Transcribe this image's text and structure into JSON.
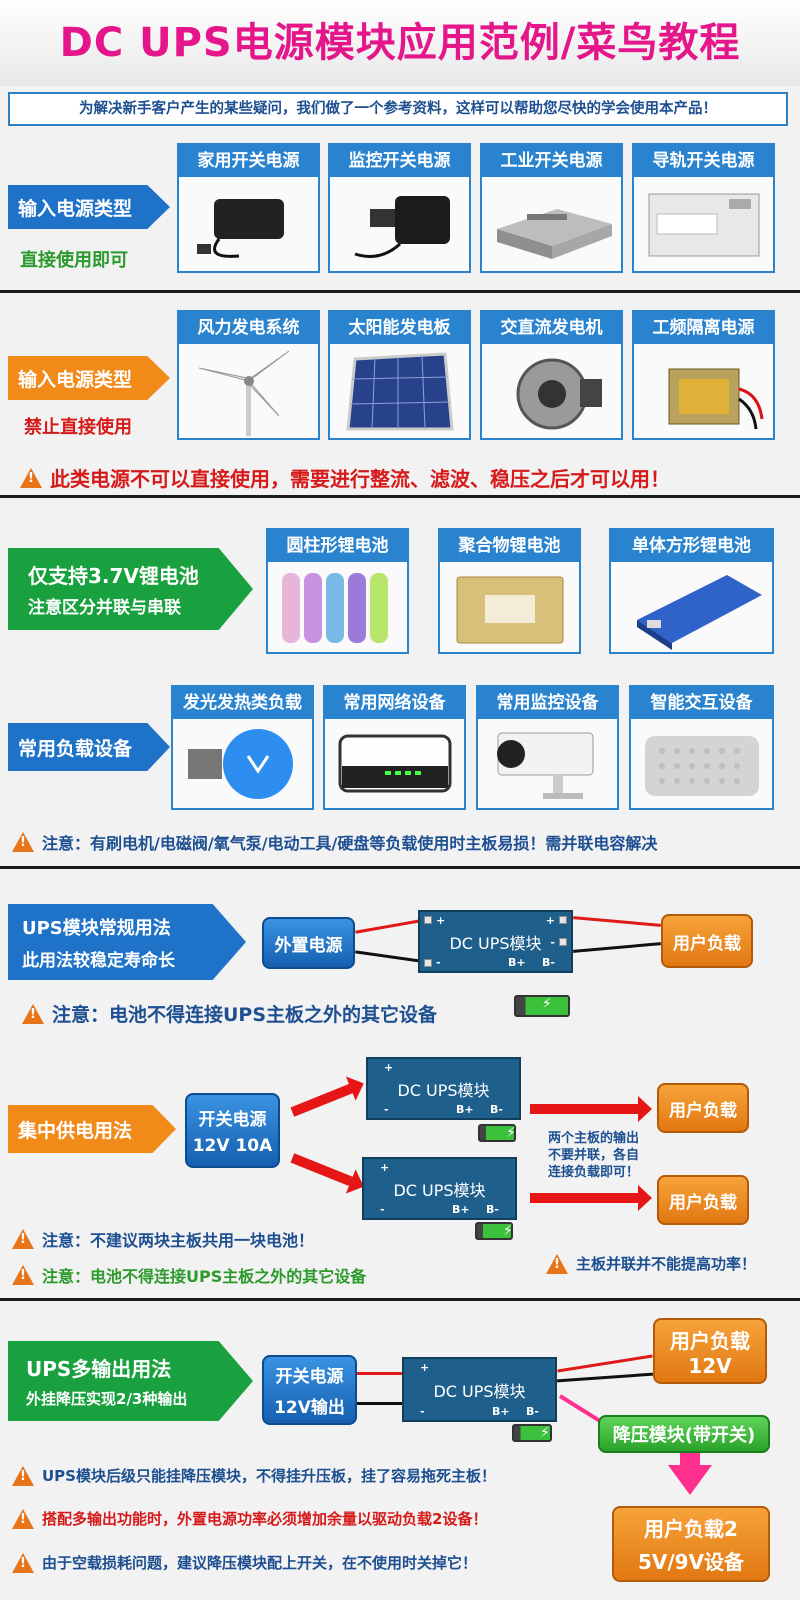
{
  "title": "DC  UPS电源模块应用范例/菜鸟教程",
  "intro": "为解决新手客户产生的某些疑问，我们做了一个参考资料，这样可以帮助您尽快的学会使用本产品！",
  "sec1": {
    "label": "输入电源类型",
    "sub": "直接使用即可",
    "cards": [
      "家用开关电源",
      "监控开关电源",
      "工业开关电源",
      "导轨开关电源"
    ]
  },
  "sec2": {
    "label": "输入电源类型",
    "sub": "禁止直接使用",
    "cards": [
      "风力发电系统",
      "太阳能发电板",
      "交直流发电机",
      "工频隔离电源"
    ],
    "warn": "此类电源不可以直接使用，需要进行整流、滤波、稳压之后才可以用！"
  },
  "sec3": {
    "label1": "仅支持3.7V锂电池",
    "label2": "注意区分并联与串联",
    "cards": [
      "圆柱形锂电池",
      "聚合物锂电池",
      "单体方形锂电池"
    ]
  },
  "sec4": {
    "label": "常用负载设备",
    "cards": [
      "发光发热类负载",
      "常用网络设备",
      "常用监控设备",
      "智能交互设备"
    ],
    "warn": "注意：有刷电机/电磁阀/氧气泵/电动工具/硬盘等负载使用时主板易损！需并联电容解决"
  },
  "sec5": {
    "label1": "UPS模块常规用法",
    "label2": "此用法较稳定寿命长",
    "ext": "外置电源",
    "board": "DC  UPS模块",
    "load": "用户负载",
    "warn": "注意：电池不得连接UPS主板之外的其它设备"
  },
  "sec6": {
    "label": "集中供电用法",
    "psu1": "开关电源",
    "psu2": "12V 10A",
    "board": "DC  UPS模块",
    "load": "用户负载",
    "note1": "两个主板的输出",
    "note2": "不要并联，各自",
    "note3": "连接负载即可！",
    "warn1": "注意：不建议两块主板共用一块电池！",
    "warn2": "注意：电池不得连接UPS主板之外的其它设备",
    "warn3": "主板并联并不能提高功率！"
  },
  "sec7": {
    "label1": "UPS多输出用法",
    "label2": "外挂降压实现2/3种输出",
    "psu1": "开关电源",
    "psu2": "12V输出",
    "board": "DC  UPS模块",
    "load1a": "用户负载",
    "load1b": "12V",
    "buck": "降压模块(带开关)",
    "load2a": "用户负载2",
    "load2b": "5V/9V设备",
    "warn1": "UPS模块后级只能挂降压模块，不得挂升压板，挂了容易拖死主板！",
    "warn2": "搭配多输出功能时，外置电源功率必须增加余量以驱动负载2设备！",
    "warn3": "由于空载损耗问题，建议降压模块配上开关，在不使用时关掉它！"
  },
  "pins": {
    "plus": "+",
    "minus": "-",
    "bplus": "B+",
    "bminus": "B-"
  }
}
